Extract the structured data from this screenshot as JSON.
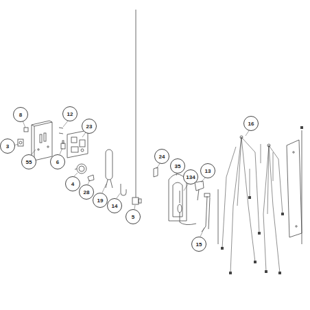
{
  "diagram": {
    "labels": [
      "8",
      "12",
      "23",
      "3",
      "55",
      "6",
      "4",
      "28",
      "19",
      "14",
      "5",
      "24",
      "35",
      "134",
      "13",
      "15",
      "16"
    ]
  }
}
